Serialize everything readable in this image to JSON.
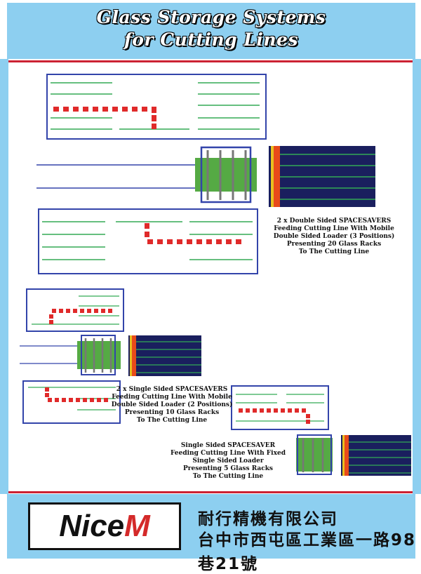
{
  "header": {
    "title_line1": "Glass Storage Systems",
    "title_line2": "for Cutting Lines"
  },
  "captions": {
    "a": [
      "2 x Double Sided SPACESAVERS",
      "Feeding Cutting Line With Mobile",
      "Double Sided Loader (3 Positions)",
      "Presenting 20 Glass Racks",
      "To The Cutting Line"
    ],
    "b": [
      "2 x Single Sided SPACESAVERS",
      "Feeding Cutting Line With Mobile",
      "Double Sided Loader (2 Positions)",
      "Presenting 10 Glass Racks",
      "To The Cutting Line"
    ],
    "c": [
      "Single Sided SPACESAVER",
      "Feeding Cutting Line With Fixed",
      "Single Sided Loader",
      "Presenting 5 Glass Racks",
      "To The Cutting Line"
    ]
  },
  "footer": {
    "logo_text": "Nice",
    "logo_accent": "M",
    "company_name": "耐行精機有限公司",
    "company_address": "台中市西屯區工業區一路98巷21號"
  },
  "colors": {
    "sky": "#8dcff0",
    "accent_red": "#cc2233",
    "rack_blue": "#3344aa",
    "rail_green": "#33aa55",
    "loader_green": "#55aa44",
    "table_navy": "#1a1f5e",
    "table_bar": "#e84a1a"
  }
}
